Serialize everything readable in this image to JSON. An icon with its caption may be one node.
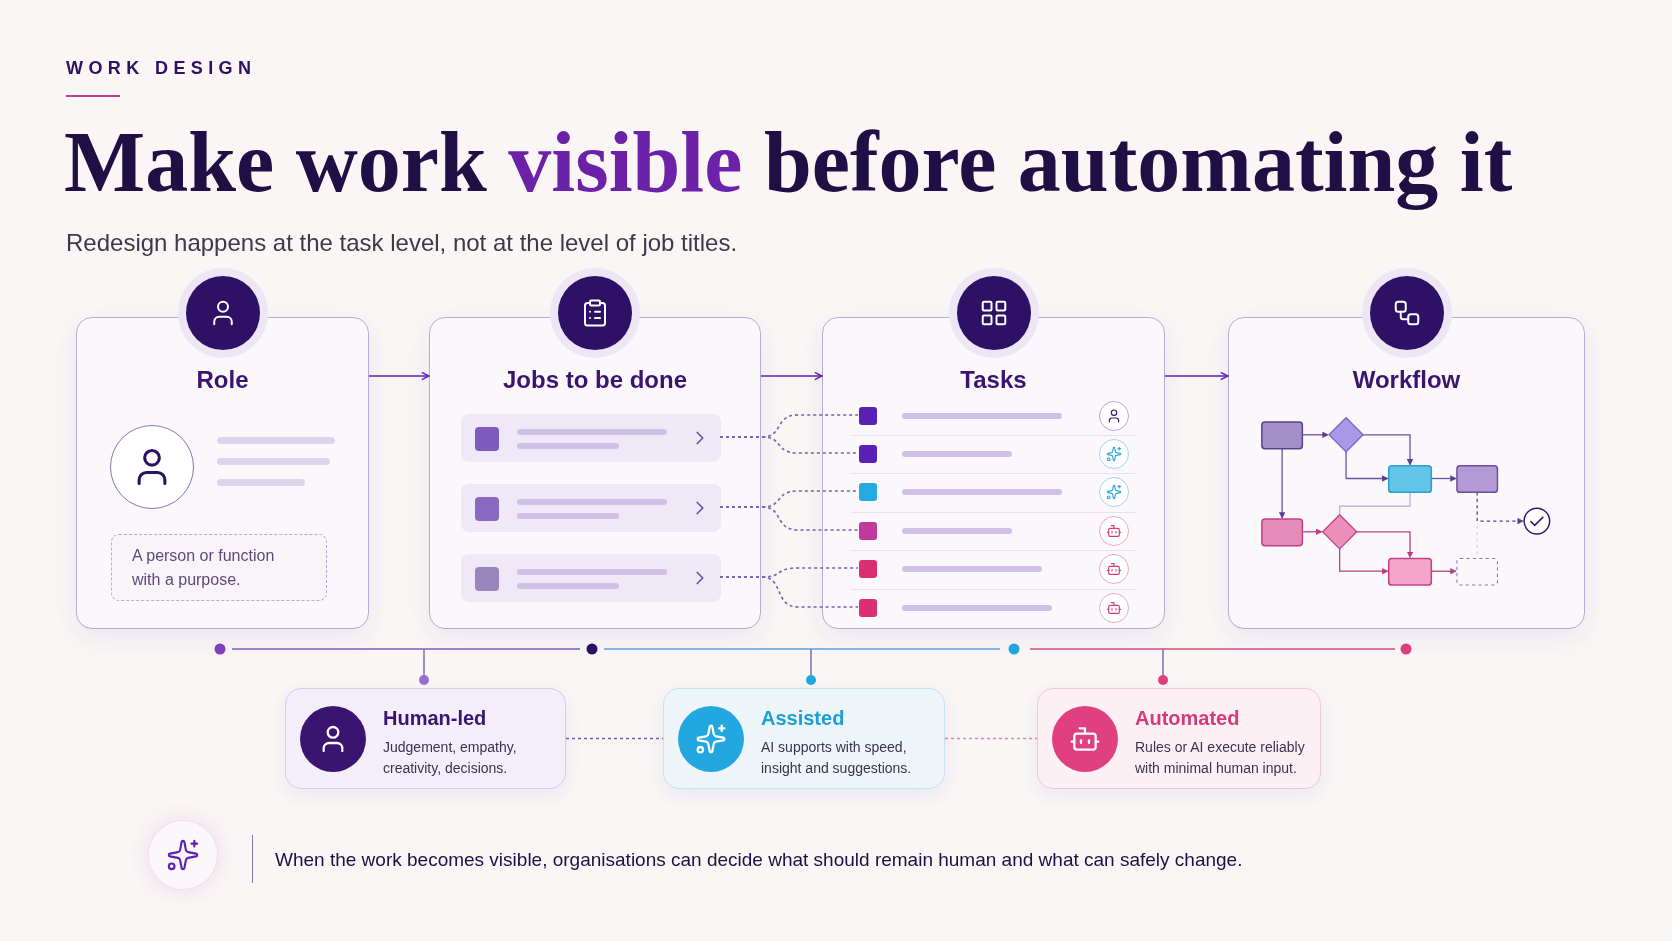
{
  "diagram": {
    "title": "Make work **visible** before automating it",
    "nodes": [
      {
        "text": [
          "Role"
        ]
      },
      {
        "text": [
          "A person or function with a purpose."
        ],
        "in": 0
      },
      {
        "text": [
          "Jobs to be done"
        ]
      },
      {
        "text": [],
        "shape": "bar",
        "in": 2
      },
      {
        "text": [],
        "shape": "bar",
        "in": 2
      },
      {
        "text": [],
        "shape": "bar",
        "in": 2
      },
      {
        "text": [
          "Tasks"
        ]
      },
      {
        "text": [],
        "shape": "bar",
        "in": 6
      },
      {
        "text": [],
        "shape": "bar",
        "in": 6
      },
      {
        "text": [],
        "shape": "bar",
        "in": 6
      },
      {
        "text": [],
        "shape": "bar",
        "in": 6
      },
      {
        "text": [],
        "shape": "bar",
        "in": 6
      },
      {
        "text": [],
        "shape": "bar",
        "in": 6
      },
      {
        "text": [
          "Workflow"
        ]
      },
      {
        "text": [
          "Human-led",
          "Judgement, empathy, creativity, decisions."
        ]
      },
      {
        "text": [
          "Assisted",
          "AI supports with speed, insight and suggestions."
        ]
      },
      {
        "text": [
          "Automated",
          "Rules or AI execute reliably with minimal human input."
        ]
      }
    ],
    "edges": [
      {
        "from": 0,
        "to": 2,
        "arrow": "to"
      },
      {
        "from": 2,
        "to": 6,
        "arrow": "to"
      },
      {
        "from": 6,
        "to": 13,
        "arrow": "to"
      },
      {
        "from": 3,
        "to": 7,
        "arrow": "none",
        "style": "dashed"
      },
      {
        "from": 3,
        "to": 8,
        "arrow": "none",
        "style": "dashed"
      },
      {
        "from": 4,
        "to": 9,
        "arrow": "none",
        "style": "dashed"
      },
      {
        "from": 4,
        "to": 10,
        "arrow": "none",
        "style": "dashed"
      },
      {
        "from": 5,
        "to": 11,
        "arrow": "none",
        "style": "dashed"
      },
      {
        "from": 5,
        "to": 12,
        "arrow": "none",
        "style": "dashed"
      },
      {
        "from": 14,
        "to": 15,
        "arrow": "none",
        "style": "dashed"
      },
      {
        "from": 15,
        "to": 16,
        "arrow": "none",
        "style": "dashed",
        "color": "#e87fae"
      }
    ],
    "labels": [
      "WORK DESIGN",
      "Redesign happens at the task level, not at the level of job titles.",
      "When the work becomes visible, organisations can decide what should remain human and what can safely change."
    ]
  }
}
